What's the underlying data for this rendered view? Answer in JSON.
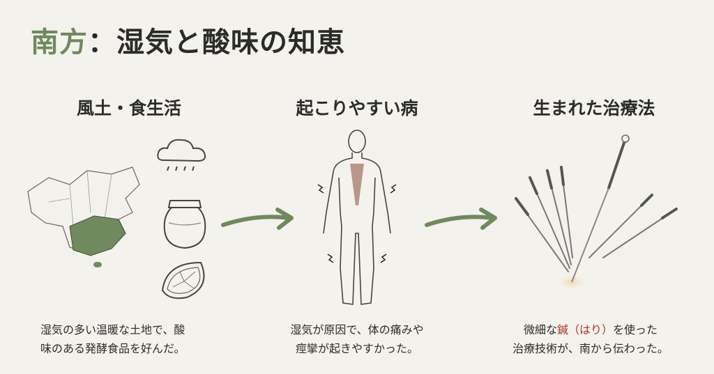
{
  "title": {
    "accent": "南方",
    "rest": "：湿気と酸味の知恵"
  },
  "columns": [
    {
      "heading": "風土・食生活",
      "desc_line1": "湿気の多い温暖な土地で、酸",
      "desc_line2": "味のある発酵食品を好んだ。"
    },
    {
      "heading": "起こりやすい病",
      "desc_line1": "湿気が原因で、体の痛みや",
      "desc_line2": "痙攣が起きやすかった。"
    },
    {
      "heading": "生まれた治療法",
      "desc_line1_pre": "微細な",
      "desc_line1_red": "鍼（はり）",
      "desc_line1_post": "を使った",
      "desc_line2": "治療技術が、南から伝わった。"
    }
  ],
  "colors": {
    "accent": "#6f8a5c",
    "highlight": "#a83a2e",
    "background": "#f4f2ec"
  }
}
